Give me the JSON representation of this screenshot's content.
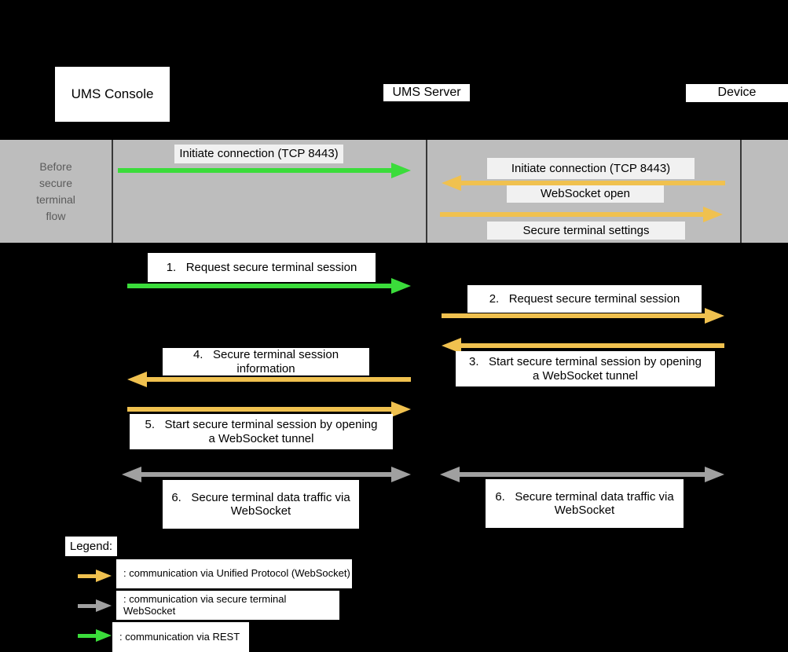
{
  "colors": {
    "orange": "#F0C14F",
    "green": "#3BDC3B",
    "gray": "#A0A0A0",
    "band_bg": "#BDBDBD",
    "band_label_bg": "#F1F1F1",
    "band_text": "#5B5B5B",
    "box_bg": "#FFFFFF",
    "background": "#000000"
  },
  "actors": {
    "console": "UMS Console",
    "server": "UMS Server",
    "device": "Device"
  },
  "band": {
    "side_label": "Before\nsecure\nterminal\nflow",
    "msg_initiate_rest": "Initiate connection (TCP 8443)",
    "msg_initiate_device": "Initiate connection (TCP 8443)",
    "msg_websocket_open": "WebSocket open",
    "msg_secure_settings": "Secure terminal settings"
  },
  "messages": {
    "m1": "1.   Request secure terminal session",
    "m2": "2.   Request secure terminal session",
    "m3": "3.   Start secure terminal session by opening\na WebSocket tunnel",
    "m4": "4.   Secure terminal session\ninformation",
    "m5": "5.   Start secure terminal session by opening\na WebSocket tunnel",
    "m6_left": "6.   Secure terminal data traffic via\nWebSocket",
    "m6_right": "6.   Secure terminal data traffic via\nWebSocket"
  },
  "legend": {
    "title": "Legend:",
    "items": [
      {
        "label": ": communication via Unified Protocol (WebSocket)",
        "arrow": "orange"
      },
      {
        "label": ": communication via secure terminal WebSocket",
        "arrow": "gray"
      },
      {
        "label": ": communication via REST",
        "arrow": "green"
      }
    ]
  }
}
